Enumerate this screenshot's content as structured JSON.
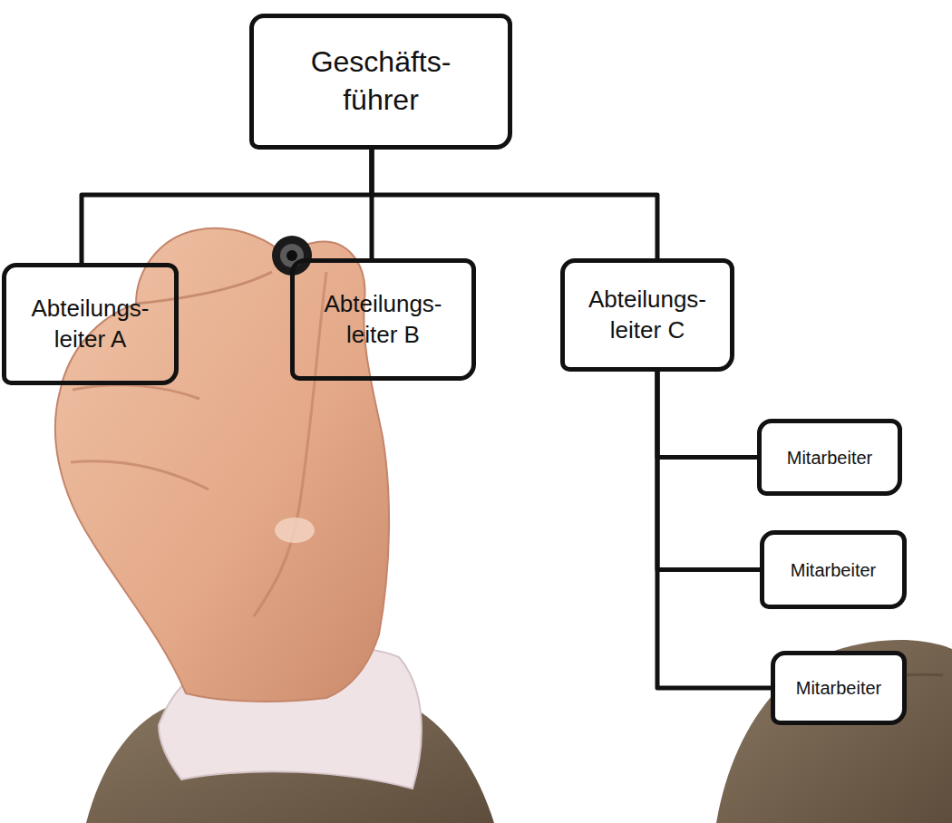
{
  "diagram": {
    "nodes": [
      {
        "text": [
          "Geschäfts- führer"
        ]
      },
      {
        "text": [
          "Abteilungs- leiter A"
        ]
      },
      {
        "text": [
          "Abteilungs- leiter B"
        ]
      },
      {
        "text": [
          "Abteilungs- leiter C"
        ]
      },
      {
        "text": [
          "Mitarbeiter"
        ]
      },
      {
        "text": [
          "Mitarbeiter"
        ]
      },
      {
        "text": [
          "Mitarbeiter"
        ]
      }
    ],
    "edges": [
      {
        "from": 0,
        "to": 1,
        "arrow": "none"
      },
      {
        "from": 0,
        "to": 2,
        "arrow": "none"
      },
      {
        "from": 0,
        "to": 3,
        "arrow": "none"
      },
      {
        "from": 3,
        "to": 4,
        "arrow": "none"
      },
      {
        "from": 3,
        "to": 5,
        "arrow": "none"
      },
      {
        "from": 3,
        "to": 6,
        "arrow": "none"
      }
    ]
  }
}
